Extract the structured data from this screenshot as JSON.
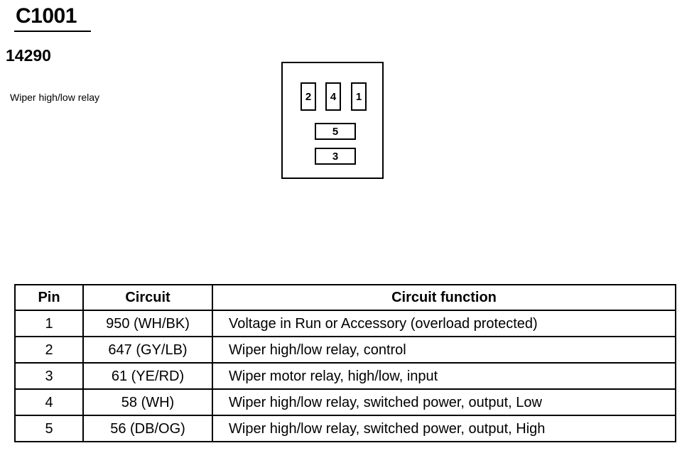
{
  "connector": {
    "id": "C1001",
    "part_number": "14290",
    "description": "Wiper high/low relay"
  },
  "connector_face": {
    "pins": [
      "2",
      "4",
      "1",
      "5",
      "3"
    ]
  },
  "pinout_table": {
    "headers": [
      "Pin",
      "Circuit",
      "Circuit function"
    ],
    "rows": [
      {
        "pin": "1",
        "circuit": "950 (WH/BK)",
        "function": "Voltage in Run or Accessory (overload protected)"
      },
      {
        "pin": "2",
        "circuit": "647 (GY/LB)",
        "function": "Wiper high/low relay, control"
      },
      {
        "pin": "3",
        "circuit": "61 (YE/RD)",
        "function": "Wiper motor relay, high/low, input"
      },
      {
        "pin": "4",
        "circuit": "58 (WH)",
        "function": "Wiper high/low relay, switched power, output, Low"
      },
      {
        "pin": "5",
        "circuit": "56 (DB/OG)",
        "function": "Wiper high/low relay, switched power, output, High"
      }
    ]
  }
}
